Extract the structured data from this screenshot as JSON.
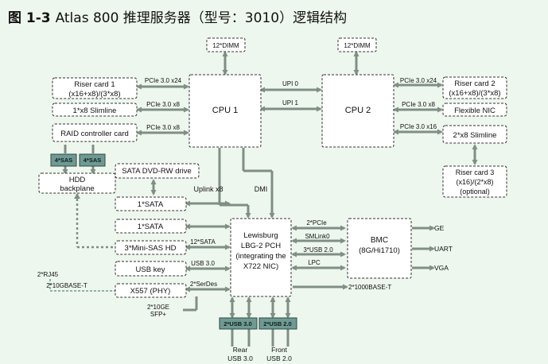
{
  "title": {
    "fig": "图 1-3",
    "text": "Atlas 800 推理服务器（型号：3010）逻辑结构"
  },
  "dimm_top_left": "12*DIMM",
  "dimm_top_right": "12*DIMM",
  "cpu1": "CPU 1",
  "cpu2": "CPU 2",
  "upi0": "UPI 0",
  "upi1": "UPI 1",
  "riser1": [
    "Riser card 1",
    "(x16+x8)/(3*x8)"
  ],
  "slimline1": "1*x8 Slimline",
  "raid": "RAID controller card",
  "pcie1": "PCIe 3.0 x24",
  "pcie2": "PCIe 3.0 x8",
  "pcie3": "PCIe 3.0 x8",
  "riser2": [
    "Riser card 2",
    "(x16+x8)/(3*x8)"
  ],
  "flexnic": "Flexible NIC",
  "slimline2": "2*x8 Slimline",
  "riser3": [
    "Riser card 3",
    "(x16)/(2*x8)",
    "(optional)"
  ],
  "pcie_r1": "PCIe 3.0 x24",
  "pcie_r2": "PCIe 3.0 x8",
  "pcie_r3": "PCIe 3.0 x16",
  "sas_a": "4*SAS",
  "sas_b": "4*SAS",
  "hdd": [
    "HDD",
    "backplane"
  ],
  "sata_dvd": "SATA DVD-RW drive",
  "sata1": "1*SATA",
  "sata2": "1*SATA",
  "minisas": "3*Mini-SAS HD",
  "usbkey": "USB key",
  "x557": "X557 (PHY)",
  "sata12": "12*SATA",
  "usb30_link": "USB 3.0",
  "serdes": "2*SerDes",
  "uplink": "Uplink x8",
  "dmi": "DMI",
  "pch": [
    "Lewisburg",
    "LBG-2 PCH",
    "(integrating the",
    "X722 NIC)"
  ],
  "link_2pcie": "2*PCIe",
  "link_smlink": "SMLink0",
  "link_usb20": "3*USB 2.0",
  "link_lpc": "LPC",
  "bmc": [
    "BMC",
    "(8G/Hi1710)"
  ],
  "ge": "GE",
  "uart": "UART",
  "vga": "VGA",
  "gbe": "2*1000BASE-T",
  "rj45": "2*RJ45",
  "tengbase": "2*10GBASE-T",
  "sfp": [
    "2*10GE",
    "SFP+"
  ],
  "usb30_port": "2*USB 3.0",
  "usb20_port": "2*USB 2.0",
  "rear": [
    "Rear",
    "USB 3.0"
  ],
  "front": [
    "Front",
    "USB 2.0"
  ],
  "colors": {
    "background": "#eef7ed",
    "box_fill": "#ffffff",
    "dashed_stroke": "#333333",
    "arrow": "#7f8f85",
    "sas_fill": "#6f9a93",
    "usb_fill": "#6f9a93"
  }
}
